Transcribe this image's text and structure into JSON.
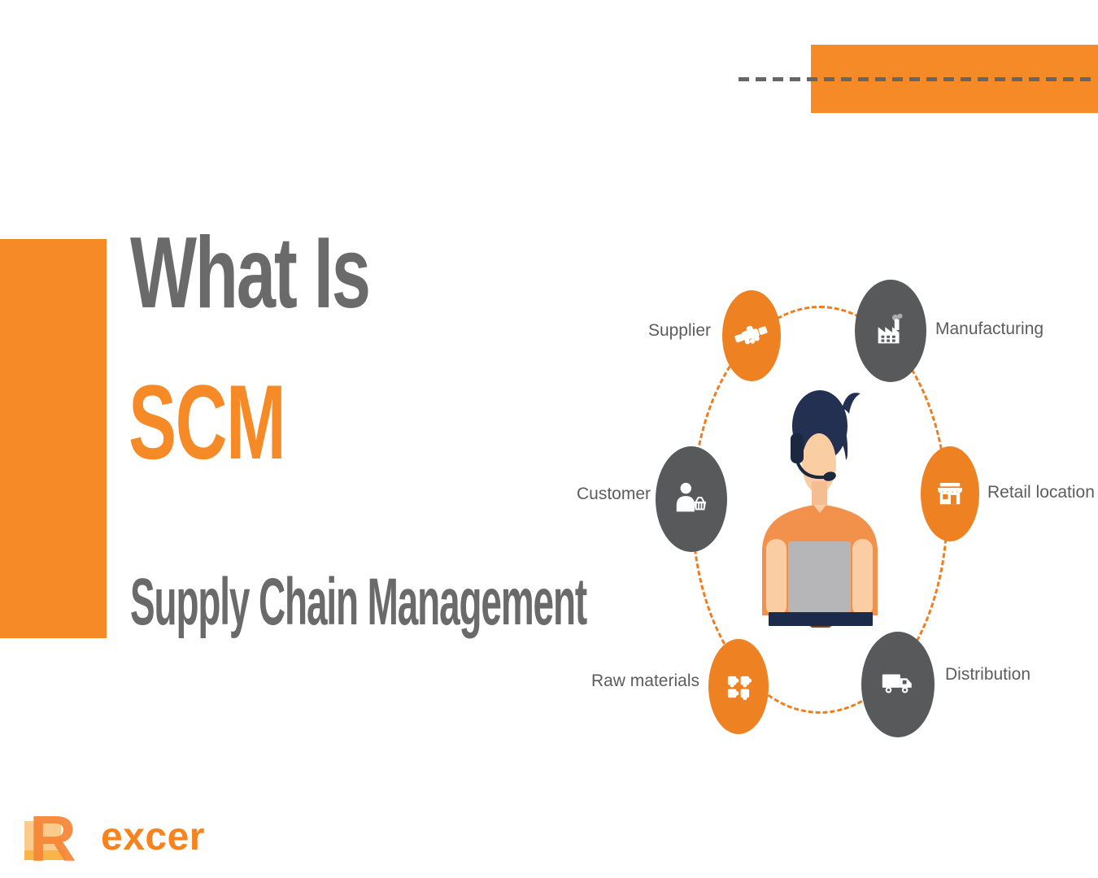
{
  "heading": {
    "line1": "What Is",
    "acronym": "SCM",
    "line2": "Supply Chain Management"
  },
  "logo": {
    "mark": "R",
    "text": "excer"
  },
  "diagram": {
    "center_figure": "support-agent-with-headset-and-laptop",
    "nodes": [
      {
        "label": "Supplier",
        "icon": "handshake-icon",
        "color": "#EE8122",
        "label_side": "left"
      },
      {
        "label": "Manufacturing",
        "icon": "factory-icon",
        "color": "#58595B",
        "label_side": "right"
      },
      {
        "label": "Customer",
        "icon": "customer-basket-icon",
        "color": "#58595B",
        "label_side": "left"
      },
      {
        "label": "Retail location",
        "icon": "storefront-icon",
        "color": "#EE8122",
        "label_side": "right"
      },
      {
        "label": "Raw materials",
        "icon": "puzzle-pieces-icon",
        "color": "#EE8122",
        "label_side": "left"
      },
      {
        "label": "Distribution",
        "icon": "truck-icon",
        "color": "#58595B",
        "label_side": "right"
      }
    ]
  },
  "colors": {
    "accent_orange": "#F68A26",
    "ring_orange": "#EF7D1E",
    "node_orange": "#EE8122",
    "node_gray": "#58595B",
    "heading_gray": "#6A6A6A",
    "label_gray": "#5C5C5C",
    "dash_gray": "#666666",
    "hair_navy": "#243052",
    "desk_navy": "#1D2B4A",
    "skin": "#FBCDA3",
    "shirt_orange": "#F2914C",
    "laptop_gray": "#B6B6B8"
  }
}
